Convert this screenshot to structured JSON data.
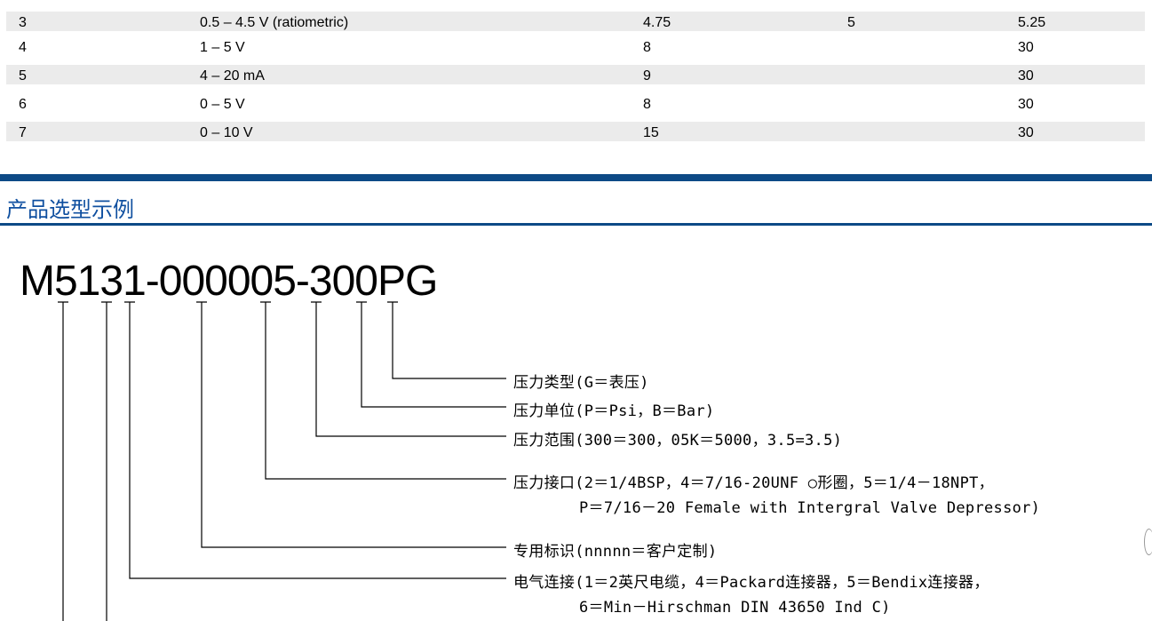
{
  "table_rows": [
    {
      "code": "3",
      "signal": "0.5 – 4.5 V (ratiometric)",
      "min": "4.75",
      "typ": "5",
      "max": "5.25"
    },
    {
      "code": "4",
      "signal": "1 – 5 V",
      "min": "8",
      "typ": "",
      "max": "30"
    },
    {
      "code": "5",
      "signal": "4 – 20 mA",
      "min": "9",
      "typ": "",
      "max": "30"
    },
    {
      "code": "6",
      "signal": "0 – 5 V",
      "min": "8",
      "typ": "",
      "max": "30"
    },
    {
      "code": "7",
      "signal": "0 – 10 V",
      "min": "15",
      "typ": "",
      "max": "30"
    }
  ],
  "section_title": "产品选型示例",
  "model_code": "M5131-000005-300PG",
  "descriptions": [
    {
      "line1": "压力类型(G＝表压)",
      "line2": ""
    },
    {
      "line1": "压力单位(P＝Psi，B＝Bar)",
      "line2": ""
    },
    {
      "line1": "压力范围(300＝300，05K＝5000，3.5=3.5)",
      "line2": ""
    },
    {
      "line1": "压力接口(2＝1/4BSP，4＝7/16-20UNF ○形圈，5＝1/4－18NPT，",
      "line2": "P＝7/16－20 Female with Intergral Valve Depressor)"
    },
    {
      "line1": "专用标识(nnnnn＝客户定制)",
      "line2": ""
    },
    {
      "line1": "电气连接(1＝2英尺电缆，4＝Packard连接器，5＝Bendix连接器，",
      "line2": "6＝Min－Hirschman DIN 43650 Ind C)"
    }
  ],
  "colors": {
    "accent": "#0d4a86",
    "title": "#1050a0",
    "row_shade": "#ebebeb"
  }
}
